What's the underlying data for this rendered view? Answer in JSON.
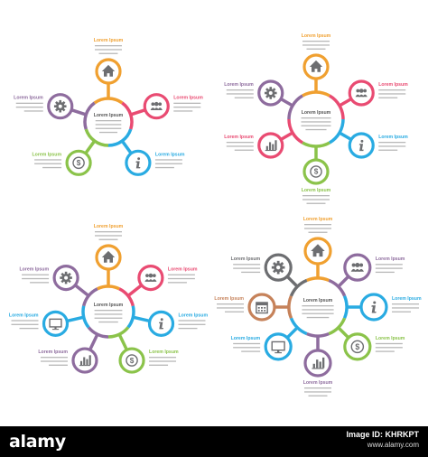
{
  "colors": {
    "orange": "#F0A030",
    "pink": "#E94B72",
    "blue": "#29ABE2",
    "green": "#8BC34A",
    "purple": "#8E6C9E",
    "gray": "#6D6E71",
    "brown": "#C6825A",
    "lines": "#C8C8C8"
  },
  "center_title": "Lorem Ipsum",
  "item_title": "Lorem Ipsum",
  "diagrams": [
    {
      "id": "diagram-5-steps",
      "nodes": [
        {
          "icon": "home-icon",
          "color": "orange"
        },
        {
          "icon": "users-icon",
          "color": "pink"
        },
        {
          "icon": "info-icon",
          "color": "blue"
        },
        {
          "icon": "dollar-icon",
          "color": "green"
        },
        {
          "icon": "gear-icon",
          "color": "purple"
        }
      ]
    },
    {
      "id": "diagram-6-steps",
      "nodes": [
        {
          "icon": "home-icon",
          "color": "orange"
        },
        {
          "icon": "users-icon",
          "color": "pink"
        },
        {
          "icon": "info-icon",
          "color": "blue"
        },
        {
          "icon": "dollar-icon",
          "color": "green"
        },
        {
          "icon": "chart-icon",
          "color": "pink"
        },
        {
          "icon": "gear-icon",
          "color": "purple"
        }
      ]
    },
    {
      "id": "diagram-7-steps",
      "nodes": [
        {
          "icon": "home-icon",
          "color": "orange"
        },
        {
          "icon": "users-icon",
          "color": "pink"
        },
        {
          "icon": "info-icon",
          "color": "blue"
        },
        {
          "icon": "dollar-icon",
          "color": "green"
        },
        {
          "icon": "chart-icon",
          "color": "purple"
        },
        {
          "icon": "monitor-icon",
          "color": "blue"
        },
        {
          "icon": "gear-icon",
          "color": "purple"
        }
      ]
    },
    {
      "id": "diagram-8-steps",
      "nodes": [
        {
          "icon": "home-icon",
          "color": "orange"
        },
        {
          "icon": "users-icon",
          "color": "purple"
        },
        {
          "icon": "info-icon",
          "color": "blue"
        },
        {
          "icon": "dollar-icon",
          "color": "green"
        },
        {
          "icon": "chart-icon",
          "color": "purple"
        },
        {
          "icon": "monitor-icon",
          "color": "blue"
        },
        {
          "icon": "calendar-icon",
          "color": "brown"
        },
        {
          "icon": "gear-icon",
          "color": "gray"
        }
      ]
    }
  ],
  "footer": {
    "logo": "alamy",
    "image_id": "Image ID: KHRKPT",
    "url": "www.alamy.com"
  }
}
